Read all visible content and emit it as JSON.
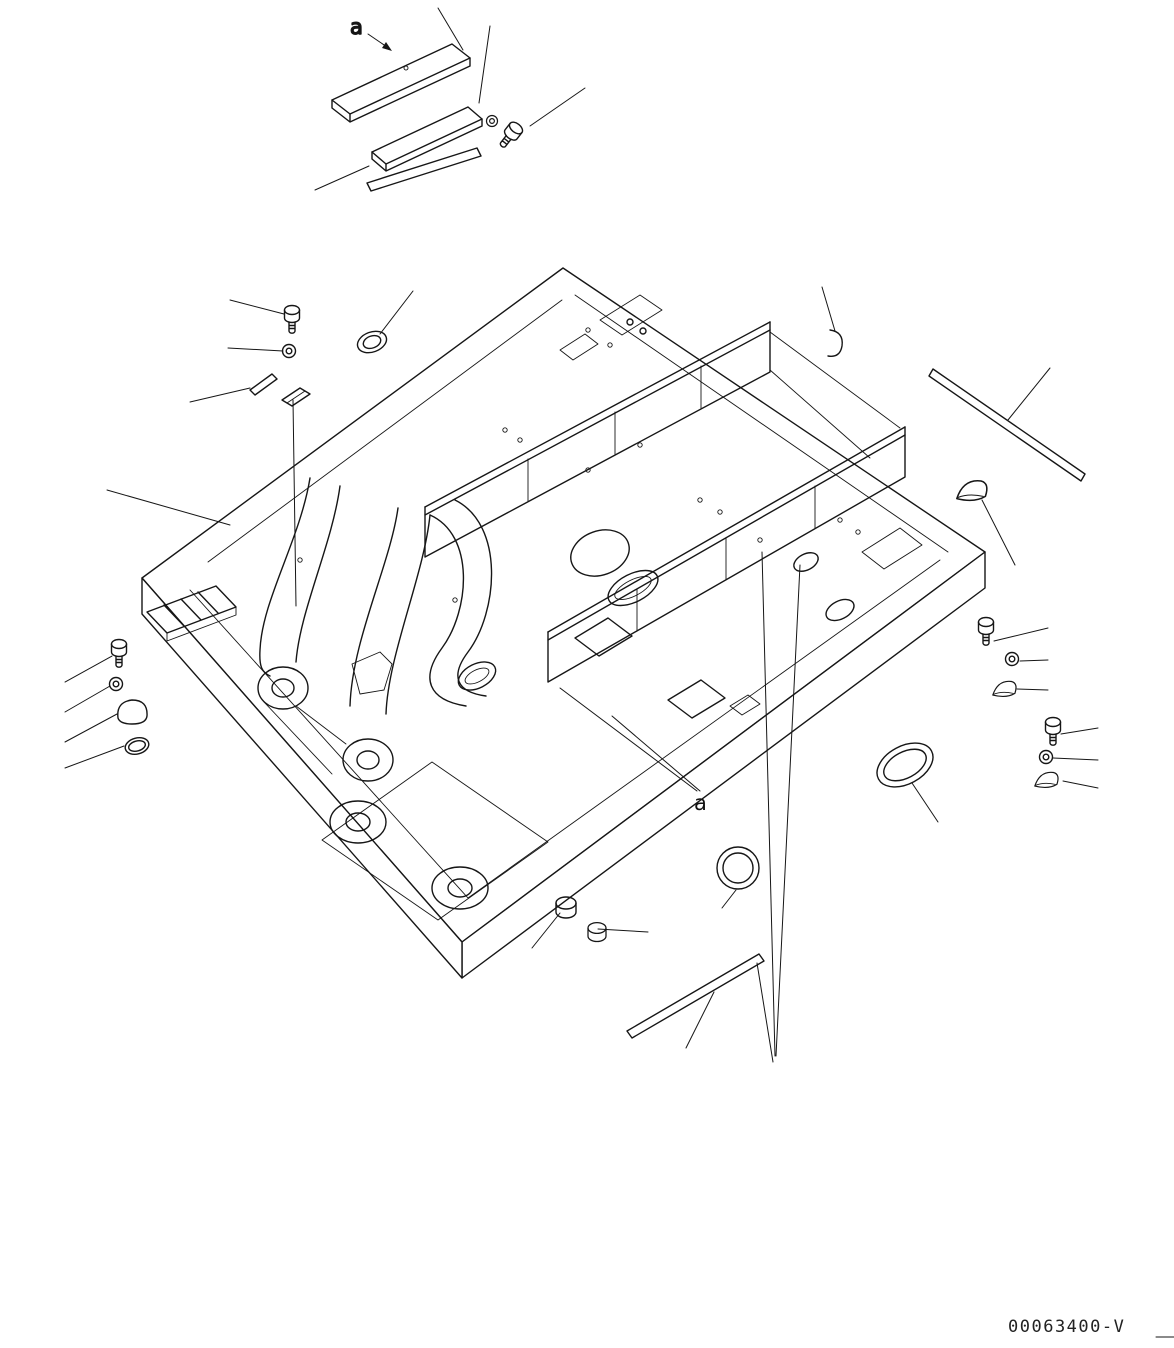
{
  "drawing": {
    "callouts": {
      "top": "a",
      "bottom": "a"
    },
    "number": "00063400-V"
  },
  "colors": {
    "line": "#161616",
    "background": "#ffffff"
  }
}
